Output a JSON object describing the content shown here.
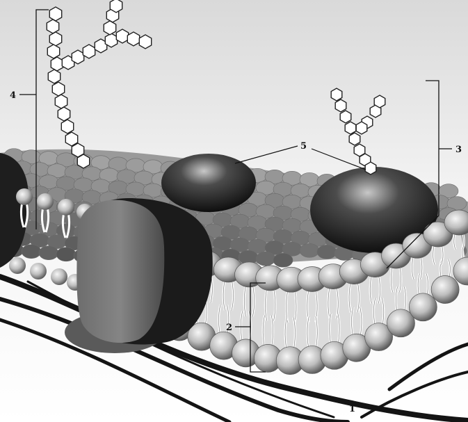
{
  "labels": {
    "l1": "1",
    "l2": "2",
    "l3": "3",
    "l4": "4",
    "l5": "5"
  },
  "colors": {
    "background": "#ffffff",
    "fiber": "#161616",
    "head_light": "#f2f2f2",
    "head_dark": "#6a6a6a",
    "protein_dark": "#1a1a1a",
    "glycoprotein_body": "#5a5a5a",
    "sugar_stroke": "#222222"
  },
  "icons": [
    "glycolipid-chain",
    "glycoprotein-chain",
    "phospholipid-head",
    "integral-protein",
    "peripheral-protein",
    "cytoskeleton-fiber"
  ]
}
